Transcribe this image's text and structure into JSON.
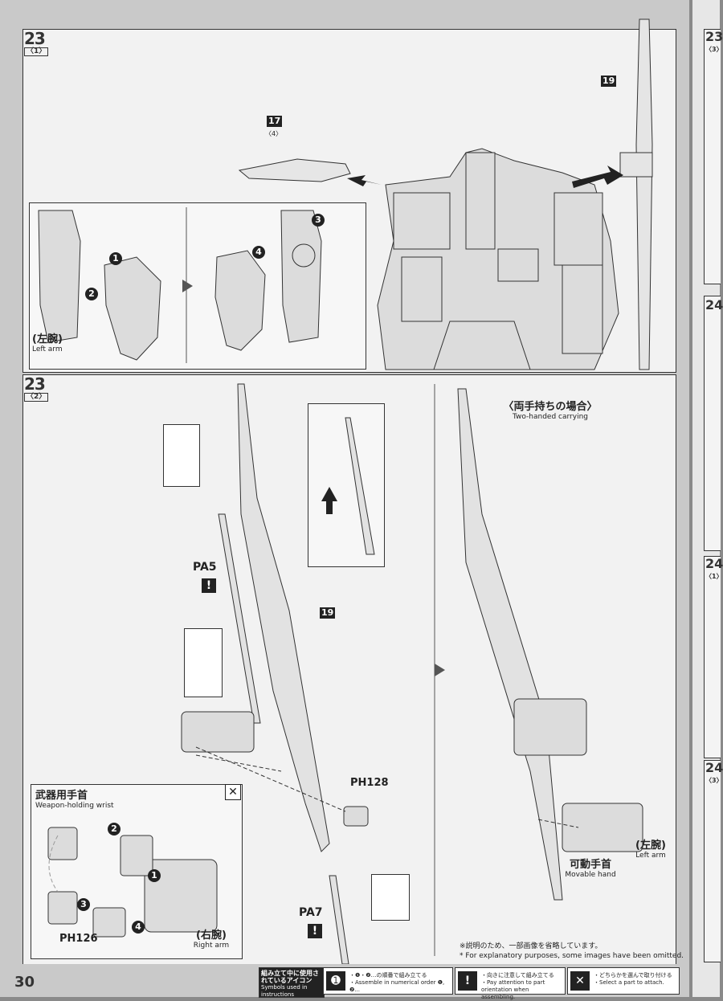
{
  "page_number": "30",
  "step_23_1": {
    "step": "23",
    "sub": "〈1〉",
    "part_17": {
      "no": "17",
      "sub": "〈4〉"
    },
    "part_19": {
      "no": "19"
    },
    "callouts": [
      "1",
      "2",
      "3",
      "4"
    ],
    "left_arm": {
      "jp": "(左腕)",
      "en": "Left arm"
    }
  },
  "step_23_2": {
    "step": "23",
    "sub": "〈2〉",
    "pa5": "PA5",
    "pa7": "PA7",
    "ph1_28": "PH128",
    "ph1_26": "PH126",
    "part_19": "19",
    "weapon_wrist": {
      "jp": "武器用手首",
      "en": "Weapon-holding wrist"
    },
    "right_arm": {
      "jp": "(右腕)",
      "en": "Right arm"
    },
    "two_handed": {
      "jp": "〈両手持ちの場合〉",
      "en": "Two-handed carrying"
    },
    "movable_hand": {
      "jp": "可動手首",
      "en": "Movable hand"
    },
    "left_arm": {
      "jp": "(左腕)",
      "en": "Left arm"
    },
    "callouts": [
      "1",
      "2",
      "3",
      "4"
    ]
  },
  "note": {
    "jp": "※説明のため、一部画像を省略しています。",
    "en": "* For explanatory purposes, some images have been omitted."
  },
  "legend": {
    "header_jp": "組み立て中に使用されているアイコン",
    "header_en": "Symbols used in instructions",
    "numerical": {
      "jp": "・❶・❷…の順番で組み立てる",
      "en": "・Assemble in numerical order ❶, ❷..."
    },
    "orientation": {
      "jp": "・向きに注意して組み立てる",
      "en": "・Pay attention to part orientation when assembling."
    },
    "select": {
      "jp": "・どちらかを選んで取り付ける",
      "en": "・Select a part to attach."
    }
  },
  "right_strip": {
    "labels": [
      "23",
      "24",
      "24",
      "24"
    ],
    "subs": [
      "〈3〉",
      "〈1〉",
      "〈3〉"
    ]
  }
}
